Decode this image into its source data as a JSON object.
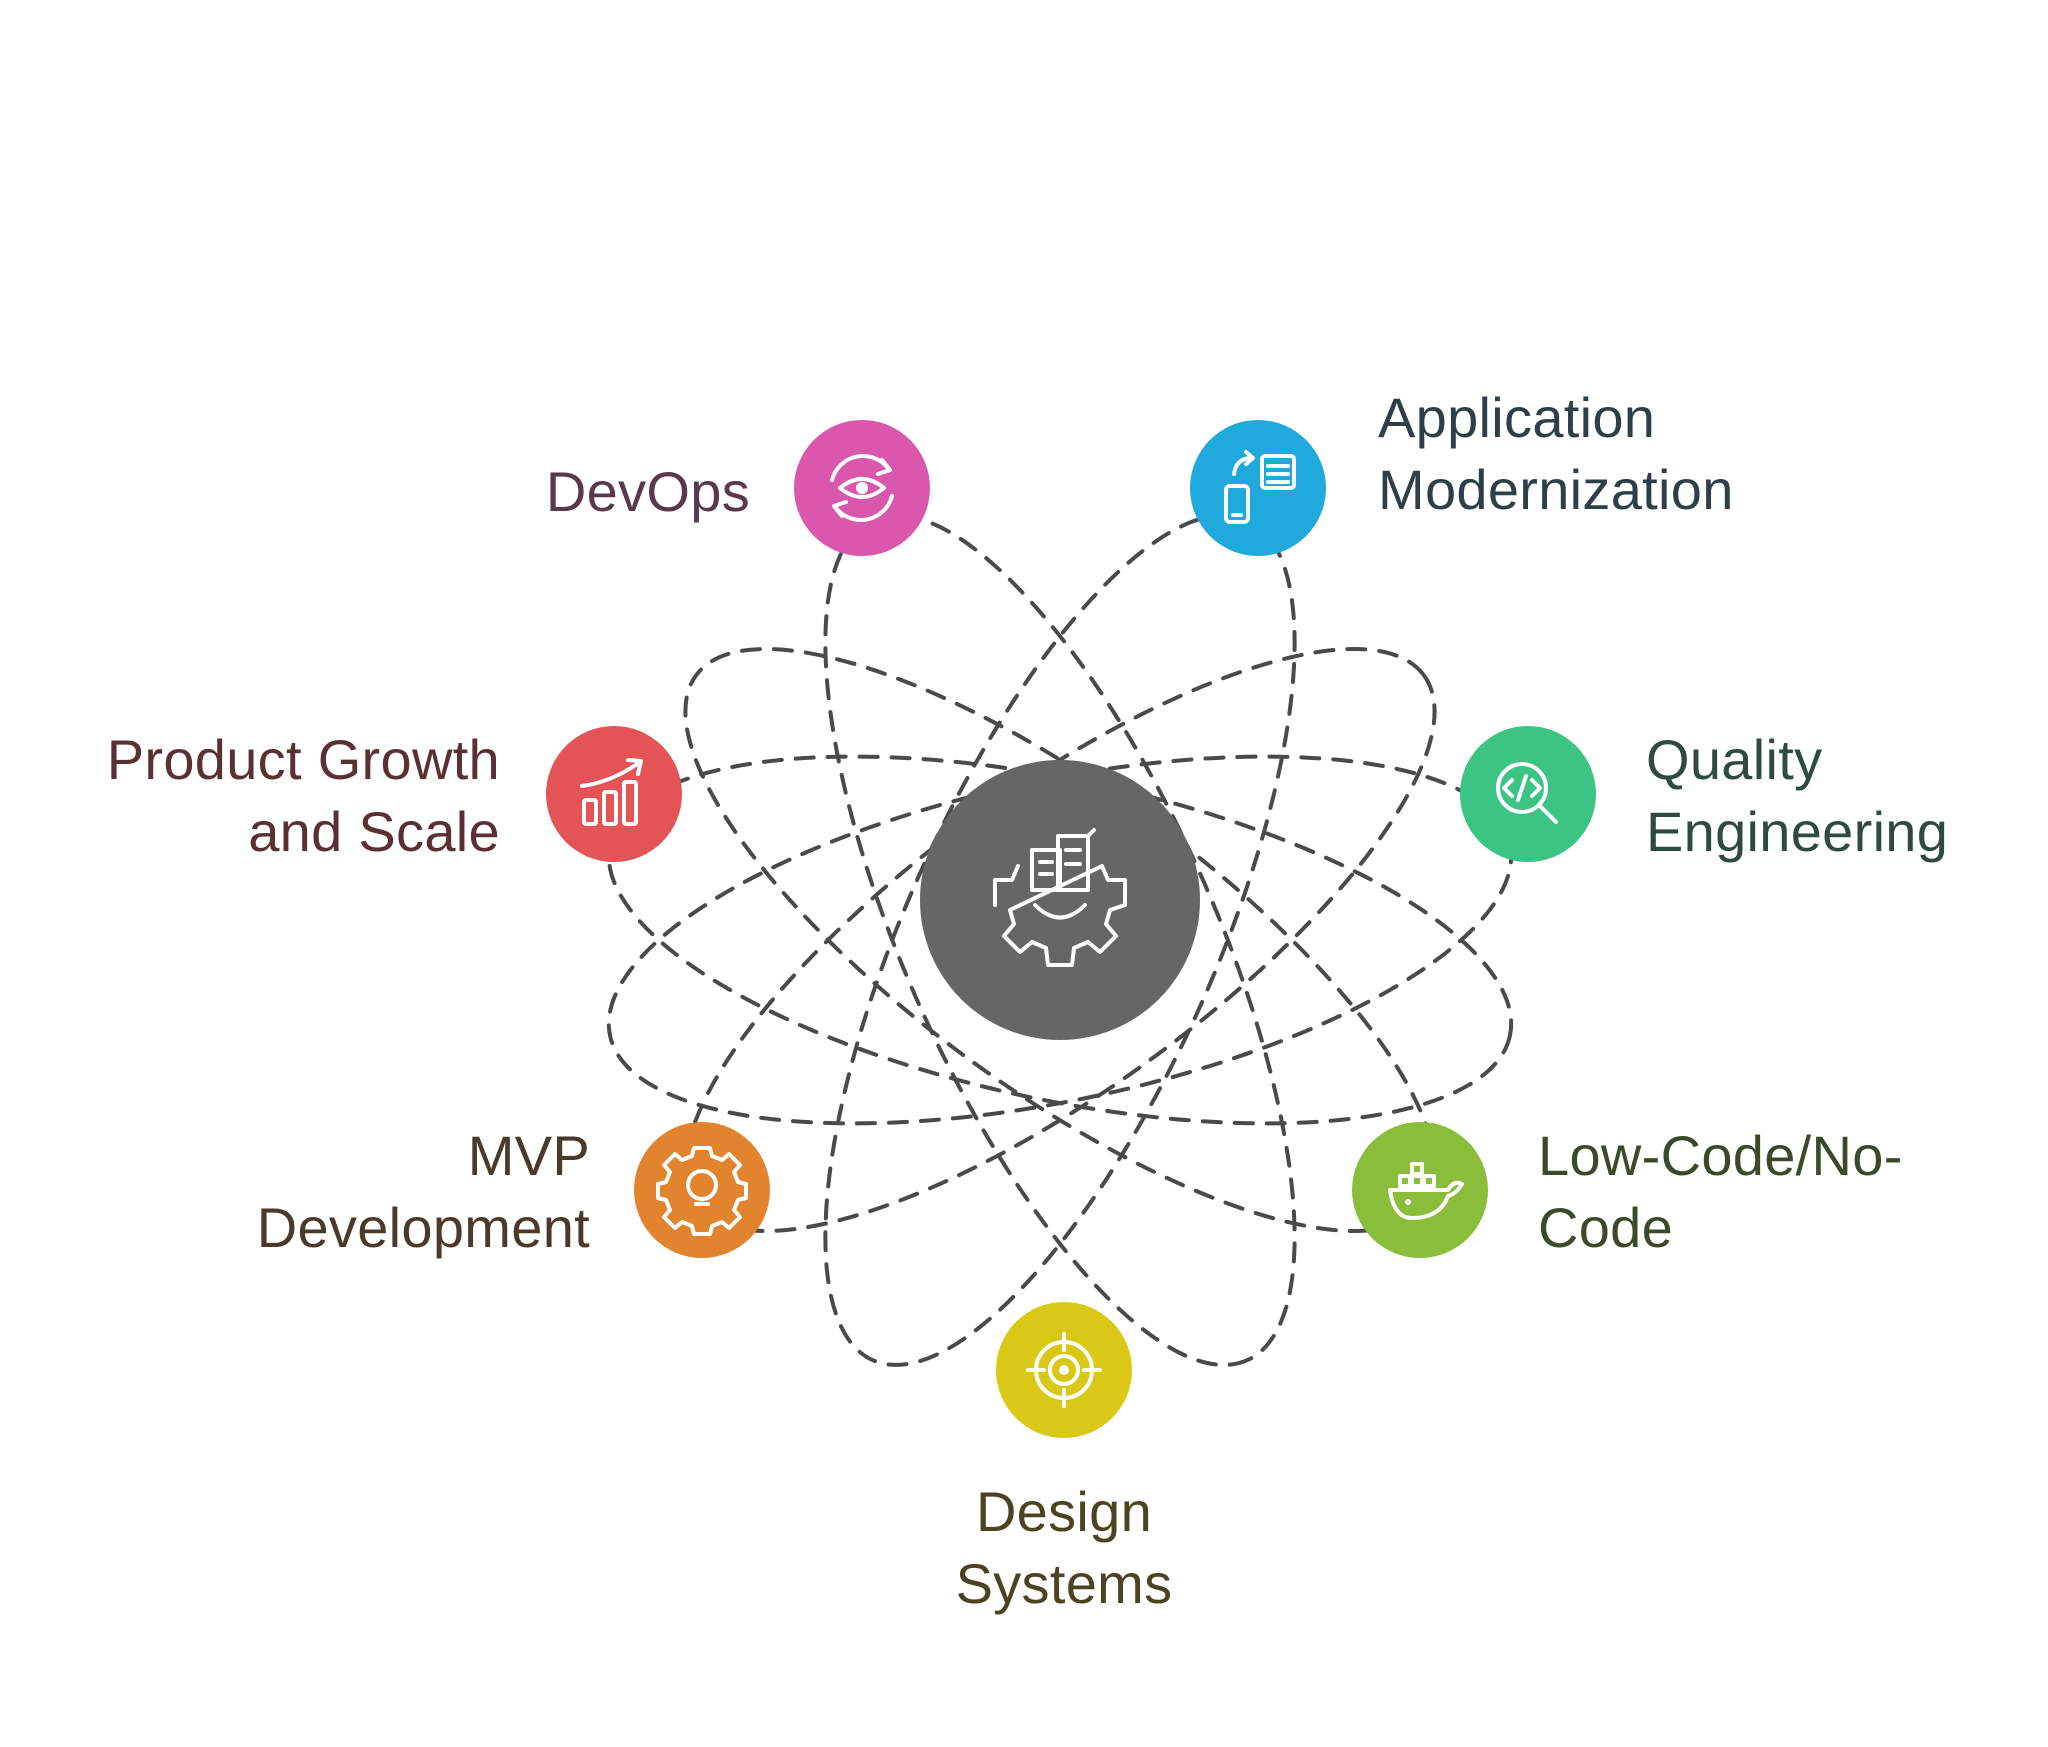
{
  "diagram": {
    "center_icon": "gear-building-icon",
    "center_color": "#666666",
    "nodes": [
      {
        "id": "devops",
        "label": "DevOps",
        "color": "#d957ad",
        "text_color": "#5a3a4a",
        "icon": "refresh-eye-icon"
      },
      {
        "id": "application-modernization",
        "label": "Application\nModernization",
        "color": "#1fa9dc",
        "text_color": "#2f3f48",
        "icon": "mobile-sync-icon"
      },
      {
        "id": "quality-engineering",
        "label": "Quality\nEngineering",
        "color": "#3cc484",
        "text_color": "#2f4a3f",
        "icon": "code-search-icon"
      },
      {
        "id": "low-code-no-code",
        "label": "Low-Code/No-\nCode",
        "color": "#8abd3a",
        "text_color": "#3c4a2a",
        "icon": "container-whale-icon"
      },
      {
        "id": "design-systems",
        "label": "Design\nSystems",
        "color": "#d9c815",
        "text_color": "#4a4520",
        "icon": "target-icon"
      },
      {
        "id": "mvp-development",
        "label": "MVP\nDevelopment",
        "color": "#e2832e",
        "text_color": "#4a3a2a",
        "icon": "gear-bulb-icon"
      },
      {
        "id": "product-growth-and-scale",
        "label": "Product Growth\nand Scale",
        "color": "#e45456",
        "text_color": "#5a3035",
        "icon": "growth-chart-icon"
      }
    ]
  }
}
